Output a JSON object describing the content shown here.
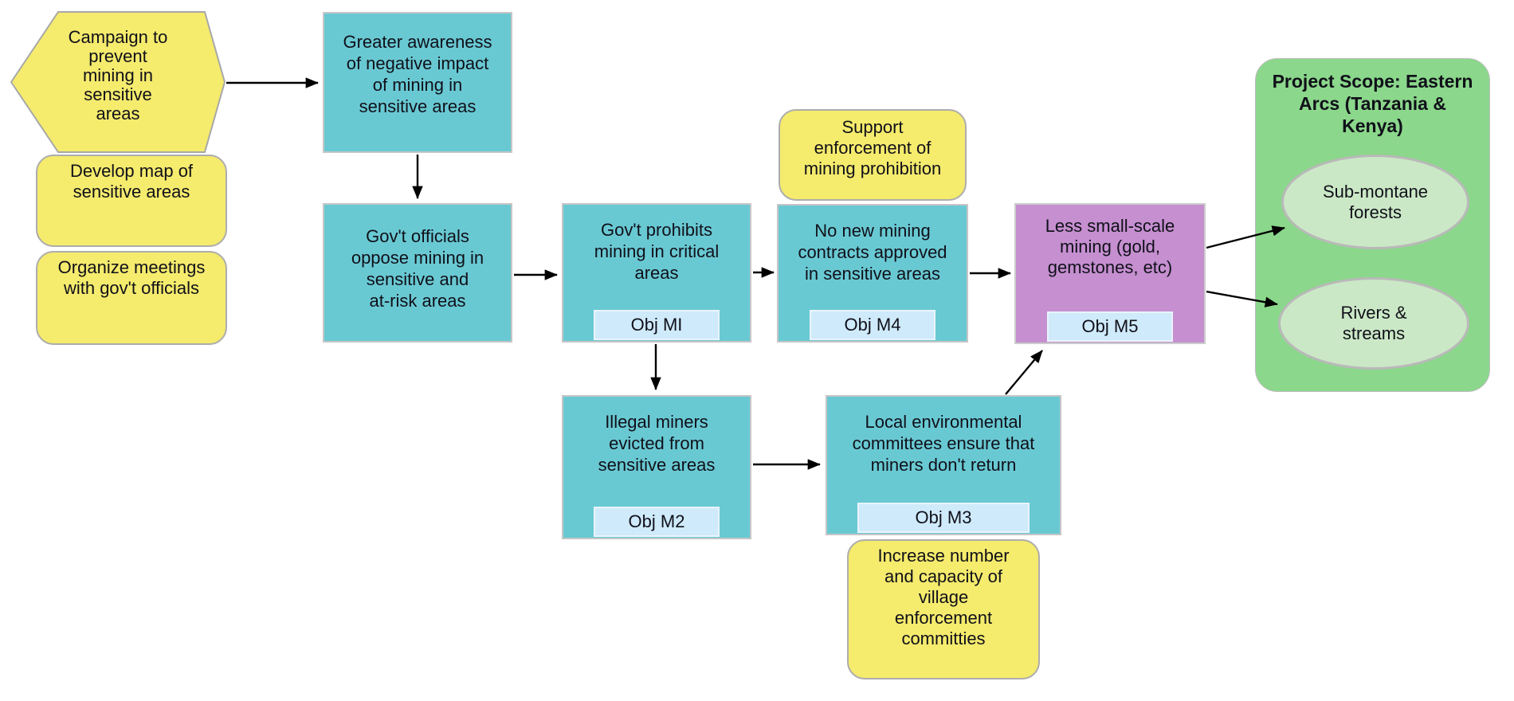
{
  "colors": {
    "strategy_yellow": "#f5eb6d",
    "result_teal": "#69c9d3",
    "threat_purple": "#c58fd0",
    "scope_green": "#8bd78b",
    "target_pale_green": "#cbe8c6",
    "objective_blue": "#cfeafb",
    "arrow_black": "#000000"
  },
  "nodes": {
    "campaign_hexagon": {
      "type": "strategy",
      "label": "Campaign to\nprevent\nmining in\nsensitive\nareas"
    },
    "develop_map": {
      "type": "activity",
      "label": "Develop map of\nsensitive areas"
    },
    "organize_meetings": {
      "type": "activity",
      "label": "Organize meetings\nwith gov't officials"
    },
    "greater_awareness": {
      "type": "intermediate-result",
      "label": "Greater awareness\nof negative impact\nof mining in\nsensitive areas"
    },
    "govt_oppose": {
      "type": "intermediate-result",
      "label": "Gov't officials\noppose mining in\nsensitive and\nat-risk areas"
    },
    "govt_prohibits": {
      "type": "intermediate-result",
      "label": "Gov't prohibits\nmining in critical\nareas",
      "objective": "Obj MI"
    },
    "support_enforcement": {
      "type": "activity",
      "label": "Support\nenforcement of\nmining prohibition"
    },
    "no_new_contracts": {
      "type": "intermediate-result",
      "label": "No new mining\ncontracts approved\nin sensitive areas",
      "objective": "Obj M4"
    },
    "less_mining": {
      "type": "threat-reduction-result",
      "label": "Less small-scale\nmining (gold,\ngemstones, etc)",
      "objective": "Obj M5"
    },
    "illegal_miners_evicted": {
      "type": "intermediate-result",
      "label": "Illegal miners\nevicted from\nsensitive areas",
      "objective": "Obj M2"
    },
    "local_committees": {
      "type": "intermediate-result",
      "label": "Local environmental\ncommittees ensure that\nminers don't return",
      "objective": "Obj M3"
    },
    "increase_committees": {
      "type": "activity",
      "label": "Increase number\nand capacity of\nvillage\nenforcement\ncommitties"
    },
    "project_scope": {
      "title": "Project Scope: Eastern\nArcs (Tanzania &\nKenya)",
      "targets": [
        "Sub-montane\nforests",
        "Rivers &\nstreams"
      ]
    }
  },
  "edges": [
    {
      "from": "campaign_hexagon",
      "to": "greater_awareness"
    },
    {
      "from": "greater_awareness",
      "to": "govt_oppose"
    },
    {
      "from": "govt_oppose",
      "to": "govt_prohibits"
    },
    {
      "from": "govt_prohibits",
      "to": "no_new_contracts"
    },
    {
      "from": "no_new_contracts",
      "to": "less_mining"
    },
    {
      "from": "govt_prohibits",
      "to": "illegal_miners_evicted"
    },
    {
      "from": "illegal_miners_evicted",
      "to": "local_committees"
    },
    {
      "from": "local_committees",
      "to": "less_mining"
    },
    {
      "from": "less_mining",
      "to": "sub_montane_forests"
    },
    {
      "from": "less_mining",
      "to": "rivers_streams"
    }
  ]
}
